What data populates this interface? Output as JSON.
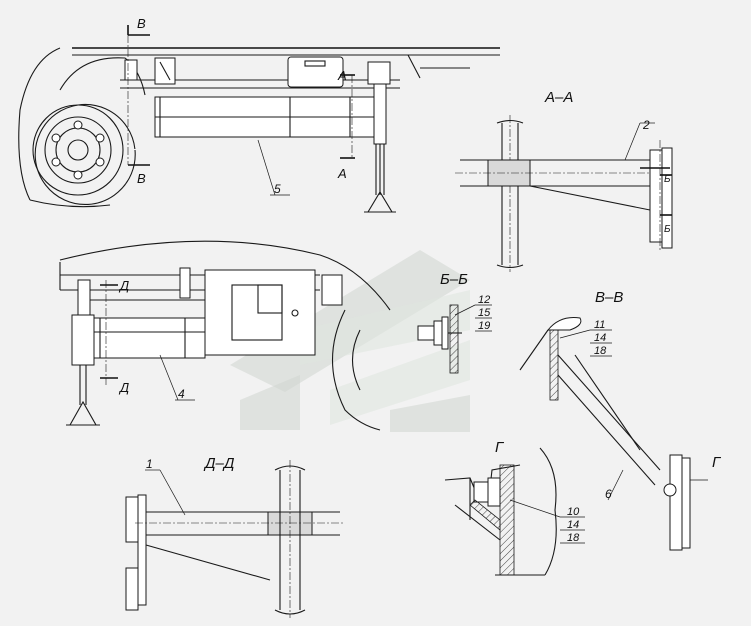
{
  "section_labels": {
    "aa": "А–А",
    "bb": "Б–Б",
    "vv": "В–В",
    "dd": "Д–Д",
    "g": "Г"
  },
  "cut_markers": {
    "a_top": "А",
    "a_bottom": "А",
    "v_top": "В",
    "v_bottom": "В",
    "d_top": "Д",
    "d_bottom": "Д",
    "b_top": "Б",
    "b_bottom": "Б",
    "g_ref": "Г"
  },
  "callouts": {
    "c1": "1",
    "c2": "2",
    "c4": "4",
    "c5": "5",
    "c6": "6",
    "bb_stack": [
      "12",
      "15",
      "19"
    ],
    "vv_stack": [
      "11",
      "14",
      "18"
    ],
    "g_stack": [
      "10",
      "14",
      "18"
    ]
  }
}
